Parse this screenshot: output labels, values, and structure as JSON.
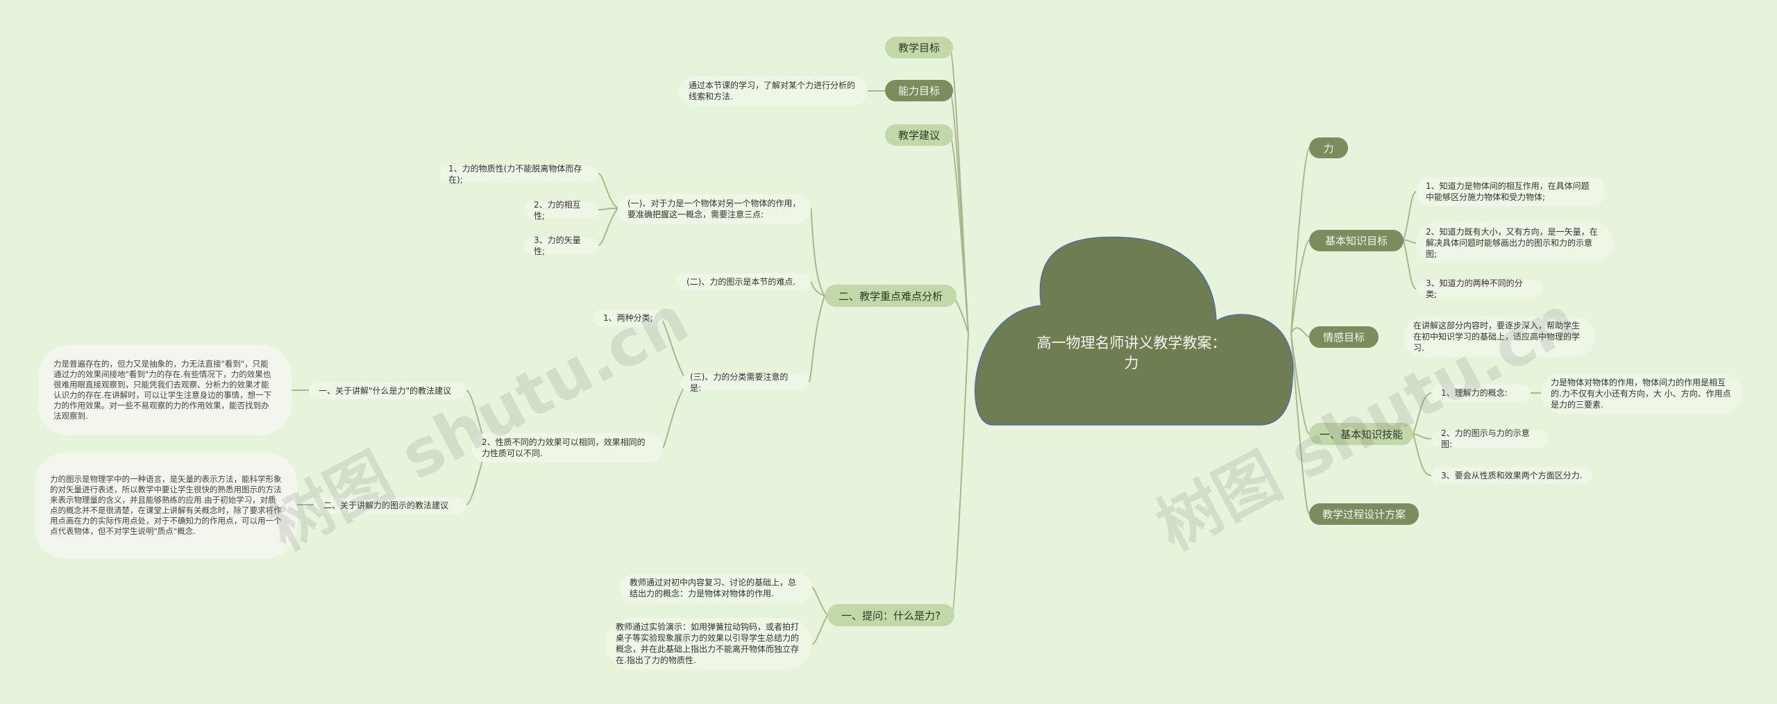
{
  "center": {
    "title": "高一物理名师讲义教学教案：力"
  },
  "left": {
    "teaching_goal": "教学目标",
    "ability_goal": {
      "label": "能力目标",
      "detail": "通过本节课的学习，了解对某个力进行分析的线索和方法."
    },
    "teaching_advice": "教学建议",
    "key_points": {
      "label": "二、教学重点难点分析",
      "part1": {
        "label": "(一)、对于力是一个物体对另一个物体的作用，要准确把握这一概念，需要注意三点:",
        "items": [
          "1、力的物质性(力不能脱离物体而存在);",
          "2、力的相互性;",
          "3、力的矢量性;"
        ]
      },
      "part2": "(二)、力的图示是本节的难点.",
      "part3": {
        "label": "(三)、力的分类需要注意的是:",
        "item1": "1、两种分类;",
        "item2": "2、性质不同的力效果可以相同，效果相同的力性质可以不同.",
        "advice1": {
          "label": "一、关于讲解\"什么是力\"的教法建议",
          "detail": "力是普遍存在的，但力又是抽象的，力无法直接\"看到\"，只能通过力的效果间接地\"看到\"力的存在.有些情况下，力的效果也很难用眼直接观察到，只能凭我们去观察、分析力的效果才能认识力的存在.在讲解时，可以让学生注意身边的事情，想一下力的作用效果。对一些不易观察的力的作用效果，能否找到办法观察到."
        },
        "advice2": {
          "label": "二、关于讲解力的图示的教法建议",
          "detail": "力的图示是物理学中的一种语言，是矢量的表示方法，能科学形象的对矢量进行表述，所以教学中要让学生很快的熟悉用图示的方法来表示物理量的含义，并且能够熟练的应用.由于初始学习，对质点的概念并不是很清楚，在课堂上讲解有关概念时，除了要求将作用点画在力的实际作用点处，对于不确知力的作用点，可以用一个点代表物体，但不对学生说明\"质点\"概念."
        }
      }
    },
    "question": {
      "label": "一、提问：什么是力?",
      "item1": "教师通过对初中内容复习、讨论的基础上，总结出力的概念：力是物体对物体的作用.",
      "item2": "教师通过实验演示：如用弹簧拉动钩码，或者拍打桌子等实验现象展示力的效果以引导学生总结力的概念，并在此基础上指出力不能离开物体而独立存在.指出了力的物质性."
    }
  },
  "right": {
    "force": "力",
    "basic_goal": {
      "label": "基本知识目标",
      "items": [
        "1、知道力是物体间的相互作用，在具体问题中能够区分施力物体和受力物体;",
        "2、知道力既有大小，又有方向，是一矢量，在解决具体问题时能够画出力的图示和力的示意图;",
        "3、知道力的两种不同的分类;"
      ]
    },
    "emotion_goal": {
      "label": "情感目标",
      "detail": "在讲解这部分内容时，要逐步深入，帮助学生在初中知识学习的基础上，适应高中物理的学习."
    },
    "skills": {
      "label": "一、基本知识技能",
      "item1": "1、理解力的概念:",
      "item1_detail": "力是物体对物体的作用，物体间力的作用是相互的.力不仅有大小还有方向，大 小、方向、作用点是力的三要素.",
      "item2": "2、力的图示与力的示意图:",
      "item3": "3、要会从性质和效果两个方面区分力."
    },
    "design": "教学过程设计方案"
  },
  "watermark": "树图 shutu.cn",
  "colors": {
    "background": "#e6f4dc",
    "cloud": "#6f7e52",
    "branch": "#c2d8a8",
    "branch_dark": "#7b8d5c",
    "leaf": "#eef6e6",
    "line": "#a7b98c"
  }
}
